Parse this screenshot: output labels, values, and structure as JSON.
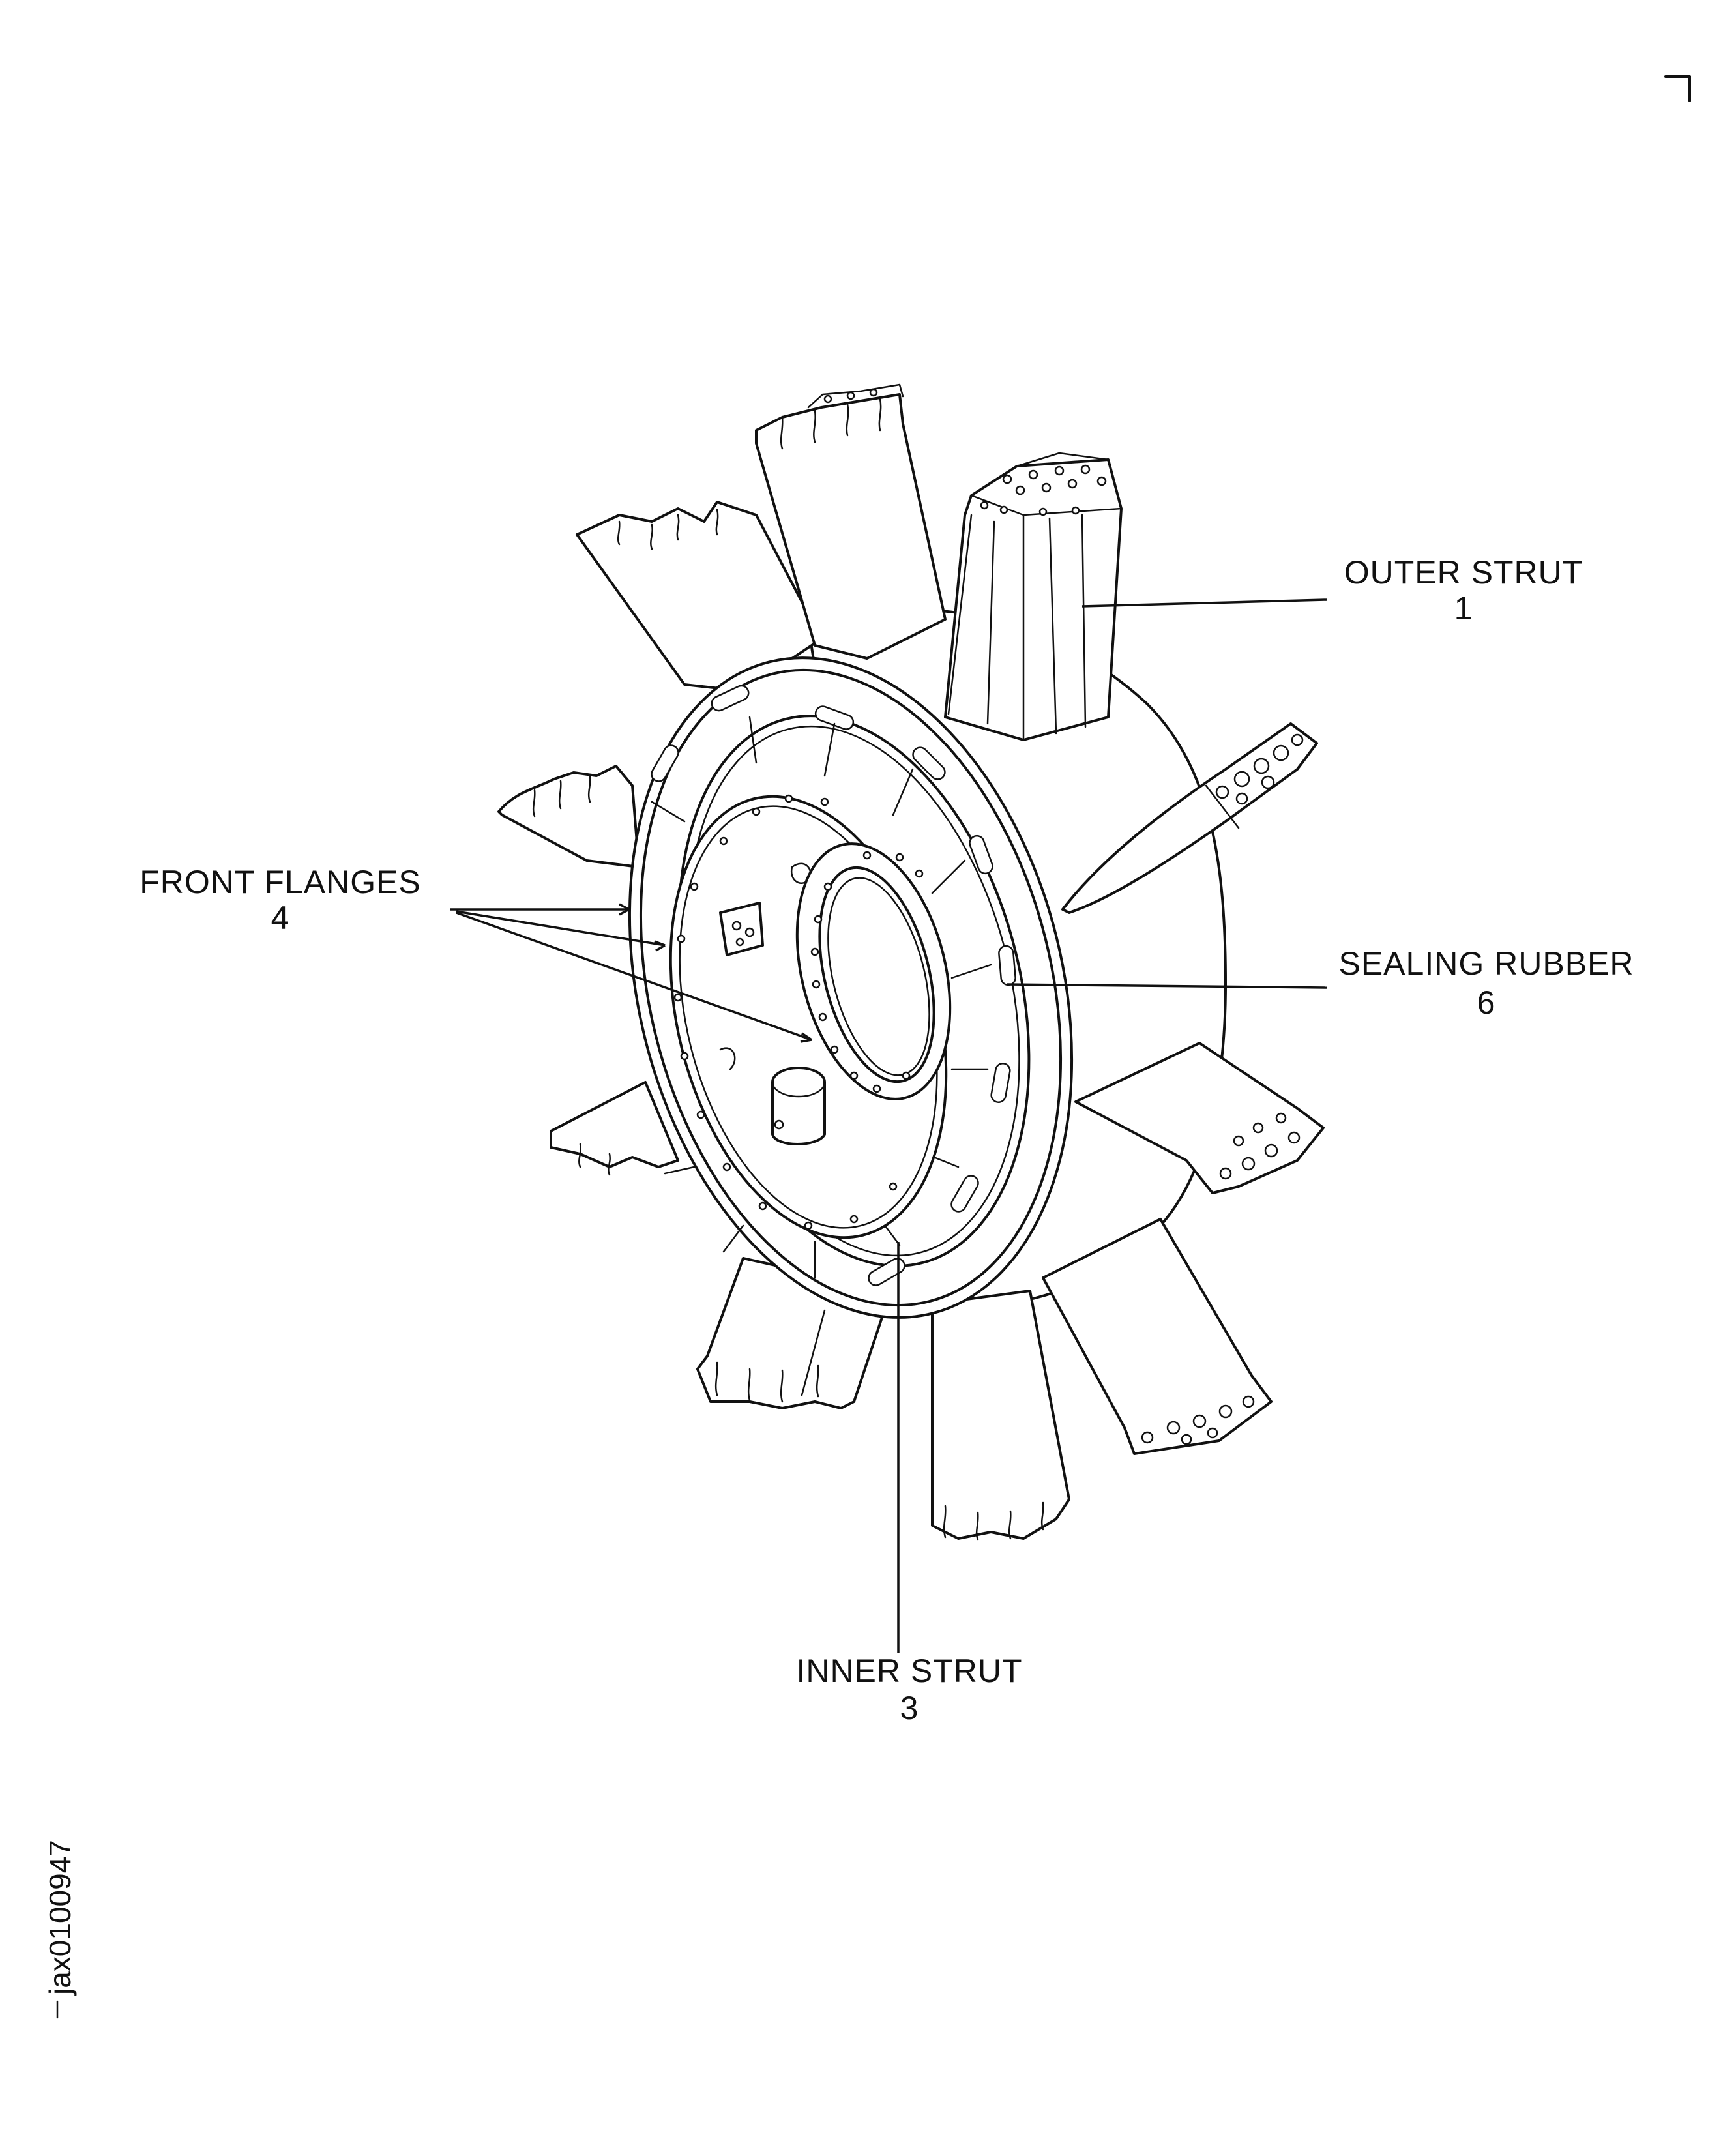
{
  "figure_id": "jax0100947",
  "callouts": [
    {
      "id": "outer-strut",
      "label": "OUTER STRUT",
      "number": "1"
    },
    {
      "id": "front-flanges",
      "label": "FRONT FLANGES",
      "number": "4"
    },
    {
      "id": "sealing-rubber",
      "label": "SEALING RUBBER",
      "number": "6"
    },
    {
      "id": "inner-strut",
      "label": "INNER STRUT",
      "number": "3"
    }
  ],
  "colors": {
    "ink": "#111111",
    "paper": "#ffffff"
  }
}
